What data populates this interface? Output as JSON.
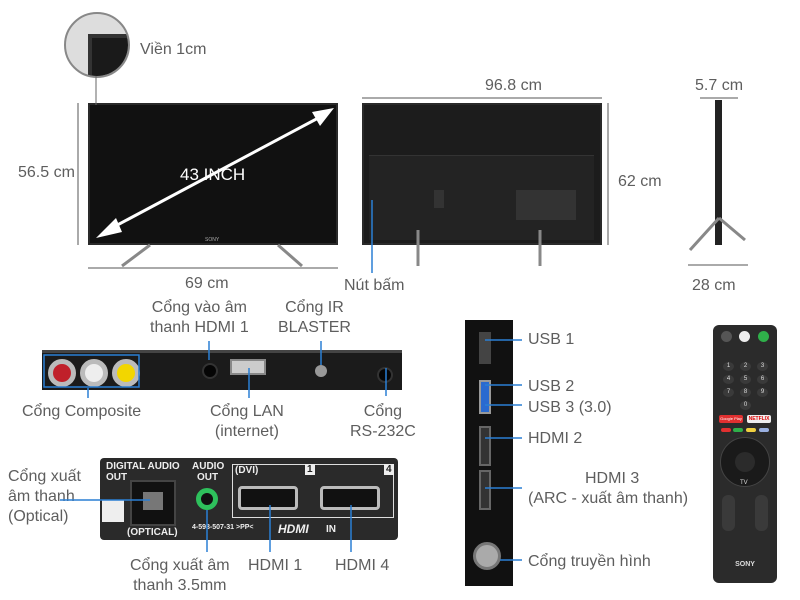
{
  "front": {
    "bezel_label": "Viền 1cm",
    "diagonal_label": "43 INCH",
    "height_label": "56.5 cm",
    "width_label": "69 cm",
    "brand": "SONY"
  },
  "back": {
    "width_label": "96.8 cm",
    "height_label": "62 cm",
    "button_label": "Nút bấm"
  },
  "side": {
    "depth_label": "5.7 cm",
    "stand_label": "28 cm"
  },
  "rear_ports": {
    "hdmi_audio_in": [
      "Cổng vào âm",
      "thanh HDMI 1"
    ],
    "ir_blaster": [
      "Cổng IR",
      "BLASTER"
    ],
    "composite": "Cổng Composite",
    "lan": [
      "Cổng LAN",
      "(internet)"
    ],
    "rs232": [
      "Cổng",
      "RS-232C"
    ]
  },
  "bottom_ports": {
    "panel_text": {
      "digital_audio": "DIGITAL AUDIO",
      "out": "OUT",
      "optical": "(OPTICAL)",
      "audio": "AUDIO",
      "audio_out": "OUT",
      "dvi": "(DVI)",
      "num1": "1",
      "num4": "4",
      "serial": "4-598-507-31 >PP<",
      "hdmi_logo": "HDMI",
      "in": "IN"
    },
    "optical": [
      "Cổng xuất",
      "âm thanh",
      "(Optical)"
    ],
    "jack": [
      "Cổng xuất âm",
      "thanh 3.5mm"
    ],
    "hdmi1": "HDMI 1",
    "hdmi4": "HDMI 4"
  },
  "side_ports": {
    "usb1": "USB 1",
    "usb2": "USB 2",
    "usb3": "USB 3 (3.0)",
    "hdmi2": "HDMI 2",
    "hdmi3": "HDMI 3",
    "hdmi3_note": "(ARC - xuất âm thanh)",
    "antenna": "Cổng truyền hình"
  },
  "remote": {
    "brand": "SONY",
    "netflix": "NETFLIX",
    "google_play": "Google Play",
    "tv": "TV",
    "keys": [
      "1",
      "2",
      "3",
      "4",
      "5",
      "6",
      "7",
      "8",
      "9",
      "0"
    ]
  },
  "colors": {
    "accent": "#2a7fd4",
    "text": "#5e5e5e"
  }
}
